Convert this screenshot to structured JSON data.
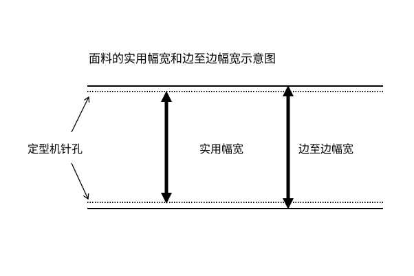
{
  "diagram": {
    "title": "面料的实用幅宽和边至边幅宽示意图",
    "labels": {
      "pin_holes": "定型机针孔",
      "practical_width": "实用幅宽",
      "edge_to_edge": "边至边幅宽"
    },
    "colors": {
      "background": "#ffffff",
      "ink": "#000000"
    },
    "icons": {
      "practical_width_arrow": "double-headed-vertical-arrow",
      "edge_to_edge_arrow": "double-headed-vertical-arrow",
      "pin_hole_pointer_top": "thin-arrow-up-right",
      "pin_hole_pointer_bottom": "thin-arrow-down-right"
    }
  }
}
